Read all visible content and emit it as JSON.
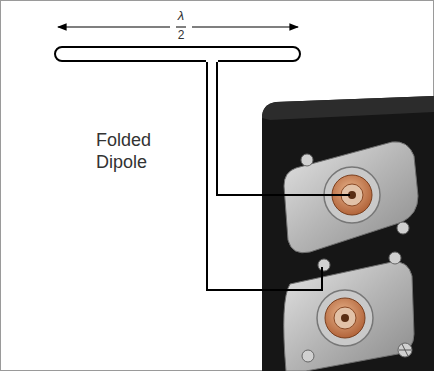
{
  "diagram": {
    "labels": [
      "λ",
      "2",
      "Folded Dipole"
    ]
  }
}
